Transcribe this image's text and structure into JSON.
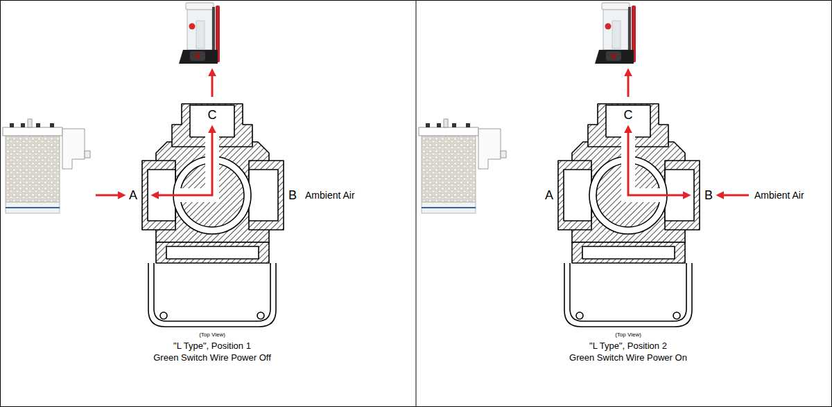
{
  "diagram": {
    "labels": [
      "C",
      "A",
      "B",
      "Ambient Air",
      "(Top View)",
      "\"L Type\", Position 1",
      "Green Switch Wire Power Off",
      "C",
      "A",
      "B",
      "Ambient Air",
      "(Top View)",
      "\"L Type\", Position 2",
      "Green Switch Wire Power On"
    ]
  }
}
